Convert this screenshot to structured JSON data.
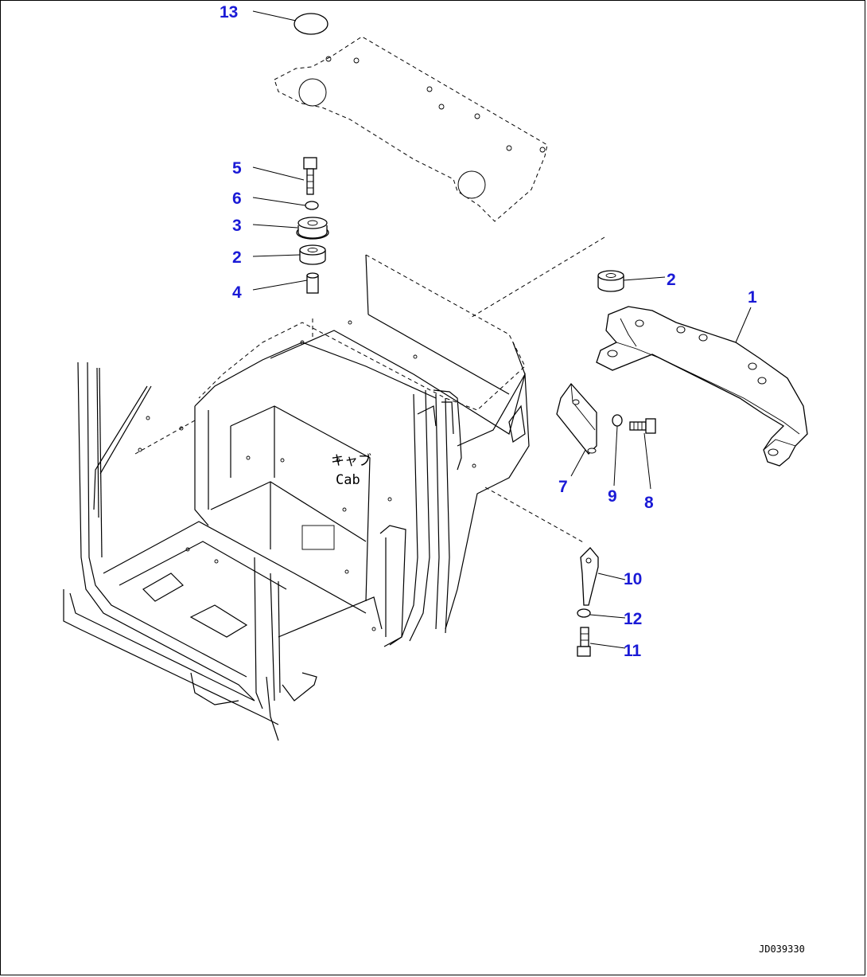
{
  "callouts": [
    {
      "id": "c13",
      "label": "13"
    },
    {
      "id": "c5",
      "label": "5"
    },
    {
      "id": "c6",
      "label": "6"
    },
    {
      "id": "c3",
      "label": "3"
    },
    {
      "id": "c2a",
      "label": "2"
    },
    {
      "id": "c4",
      "label": "4"
    },
    {
      "id": "c2b",
      "label": "2"
    },
    {
      "id": "c1",
      "label": "1"
    },
    {
      "id": "c7",
      "label": "7"
    },
    {
      "id": "c9",
      "label": "9"
    },
    {
      "id": "c8",
      "label": "8"
    },
    {
      "id": "c10",
      "label": "10"
    },
    {
      "id": "c12",
      "label": "12"
    },
    {
      "id": "c11",
      "label": "11"
    }
  ],
  "cab_label": {
    "jp": "キャブ",
    "en": "Cab"
  },
  "doc_code": "JD039330",
  "colors": {
    "callout": "#1a1ad6",
    "line": "#000000",
    "background": "#ffffff"
  }
}
